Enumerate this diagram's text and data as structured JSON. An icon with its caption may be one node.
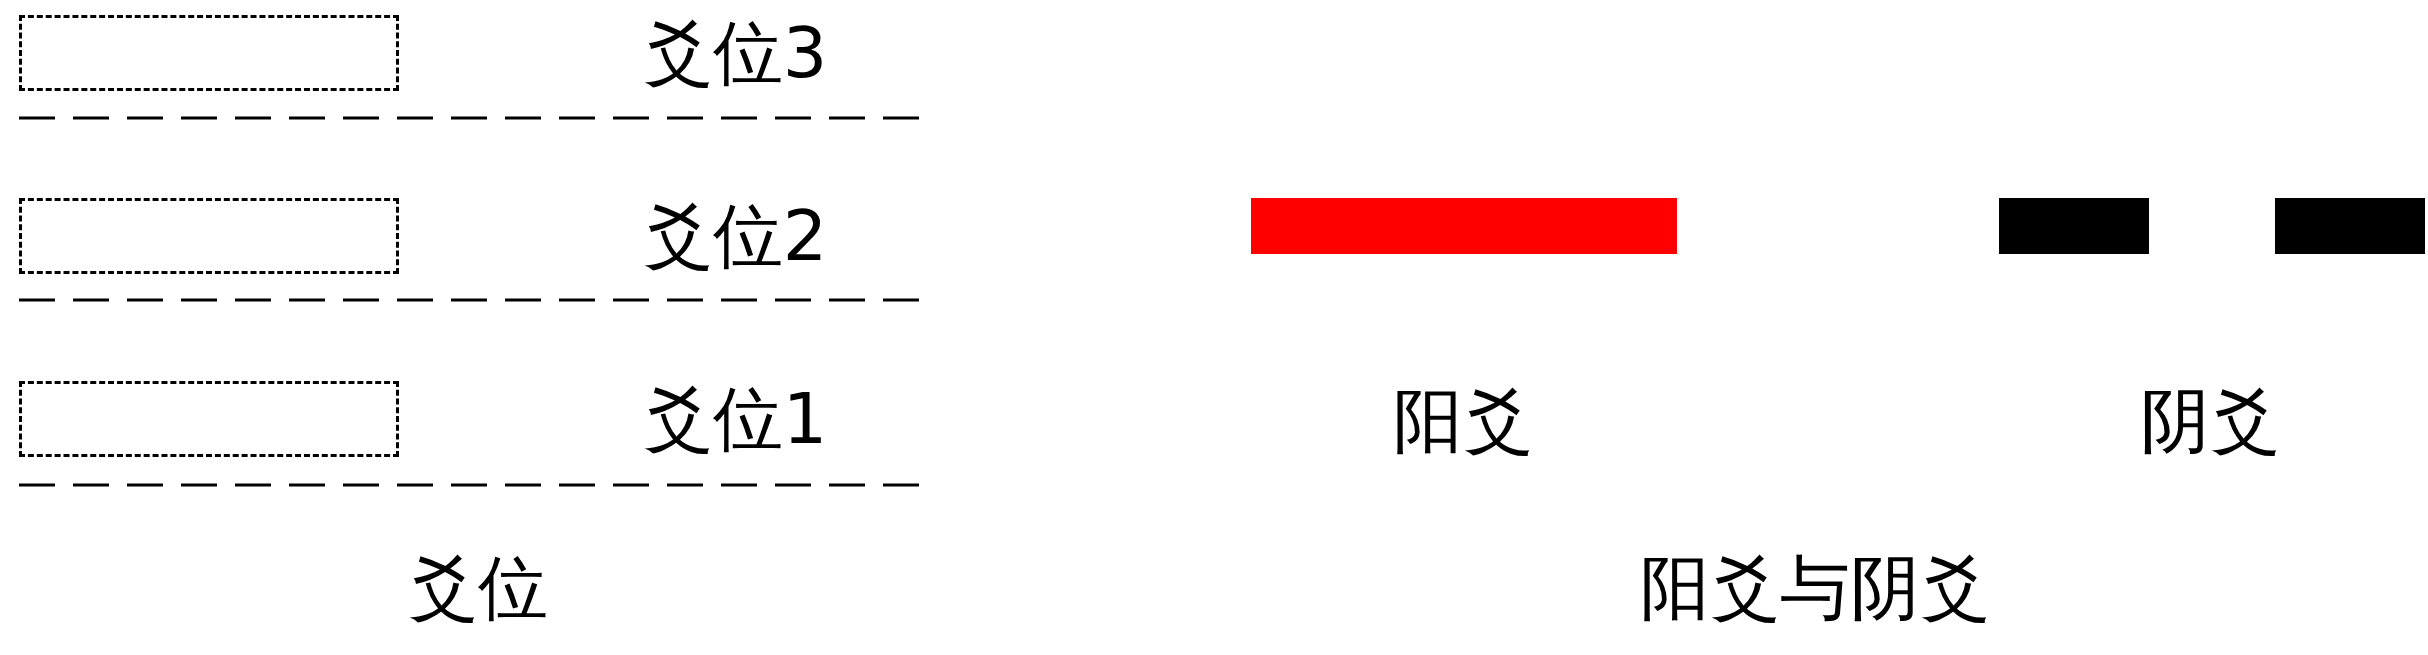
{
  "diagram": {
    "nodes": [
      {
        "text": [],
        "shape": "box",
        "beside": [
          "爻位3"
        ]
      },
      {
        "text": [],
        "shape": "box",
        "beside": [
          "爻位2"
        ]
      },
      {
        "text": [],
        "shape": "box",
        "beside": [
          "爻位1"
        ]
      },
      {
        "text": [],
        "shape": "bar",
        "beside": [
          "阳爻"
        ]
      },
      {
        "text": [],
        "shape": "bar",
        "beside": [
          "阴爻"
        ]
      }
    ],
    "labels": [
      "爻位",
      "阳爻与阴爻"
    ]
  }
}
